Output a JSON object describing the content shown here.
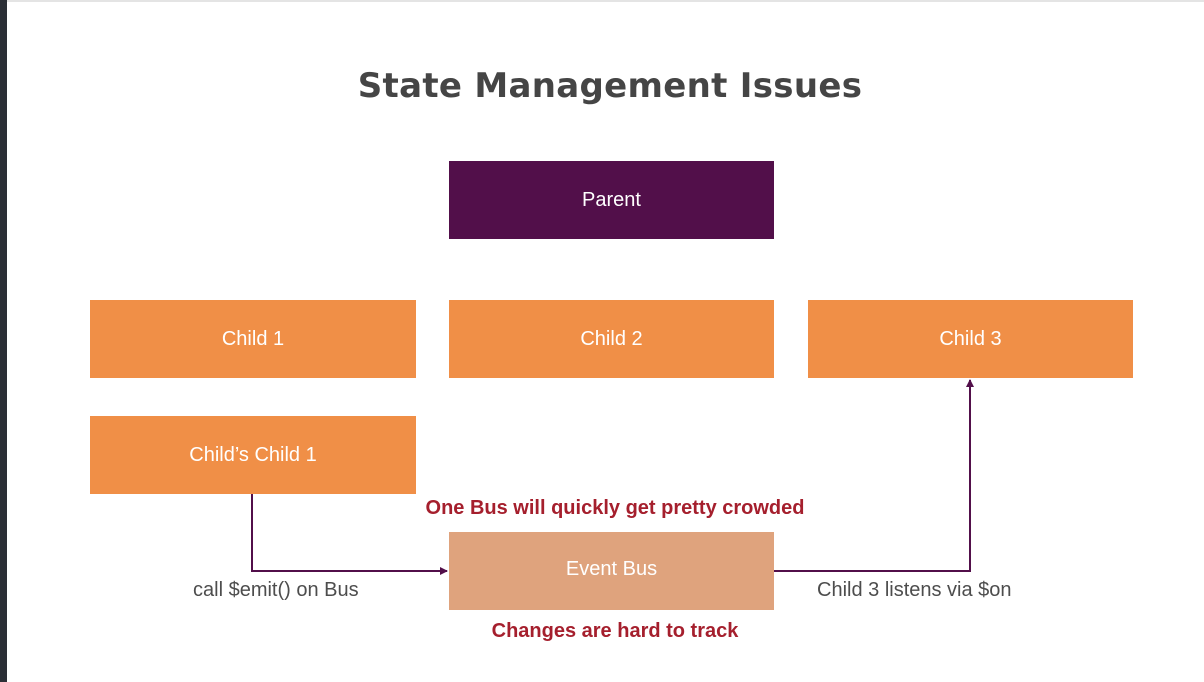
{
  "title": "State Management Issues",
  "nodes": {
    "parent": "Parent",
    "child1": "Child 1",
    "child2": "Child 2",
    "child3": "Child 3",
    "grandchild": "Child’s Child 1",
    "event_bus": "Event Bus"
  },
  "labels": {
    "emit": "call $emit() on Bus",
    "listen": "Child 3 listens via $on"
  },
  "notes": {
    "crowded": "One Bus will quickly get pretty crowded",
    "tracking": "Changes are hard to track"
  },
  "colors": {
    "parent": "#520f4a",
    "child": "#f08f47",
    "bus": "#dfa37d",
    "note": "#a51f2d",
    "arrow": "#520f4a"
  }
}
